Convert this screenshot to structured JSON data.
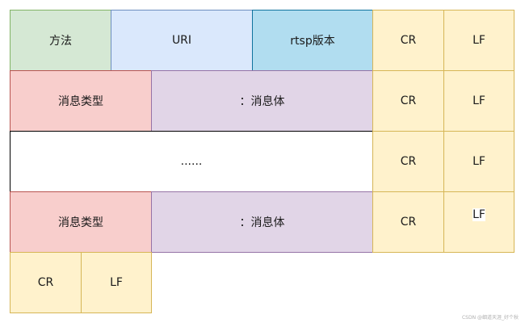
{
  "rows": [
    {
      "cells": [
        {
          "label": "方法",
          "kind": "method"
        },
        {
          "label": "URI",
          "kind": "uri"
        },
        {
          "label": "rtsp版本",
          "kind": "version"
        },
        {
          "label": "CR",
          "kind": "crlf"
        },
        {
          "label": "LF",
          "kind": "crlf"
        }
      ]
    },
    {
      "cells": [
        {
          "label": "消息类型",
          "kind": "header"
        },
        {
          "label": "：消息体",
          "kind": "body"
        },
        {
          "label": "CR",
          "kind": "crlf"
        },
        {
          "label": "LF",
          "kind": "crlf"
        }
      ]
    },
    {
      "cells": [
        {
          "label": "......",
          "kind": "dots"
        },
        {
          "label": "CR",
          "kind": "crlf"
        },
        {
          "label": "LF",
          "kind": "crlf"
        }
      ]
    },
    {
      "cells": [
        {
          "label": "消息类型",
          "kind": "header"
        },
        {
          "label": "：消息体",
          "kind": "body"
        },
        {
          "label": "CR",
          "kind": "crlf"
        },
        {
          "label": "LF",
          "kind": "crlf"
        }
      ]
    },
    {
      "cells": [
        {
          "label": "CR",
          "kind": "crlf"
        },
        {
          "label": "LF",
          "kind": "crlf"
        }
      ]
    }
  ],
  "colors": {
    "method": "#d5e8d4",
    "uri": "#dae8fc",
    "version": "#b1ddf0",
    "crlf": "#fff2cc",
    "header": "#f8cecc",
    "body": "#e1d5e7",
    "dots": "#ffffff"
  },
  "watermark": "CSDN @细道天涯_好个秋"
}
